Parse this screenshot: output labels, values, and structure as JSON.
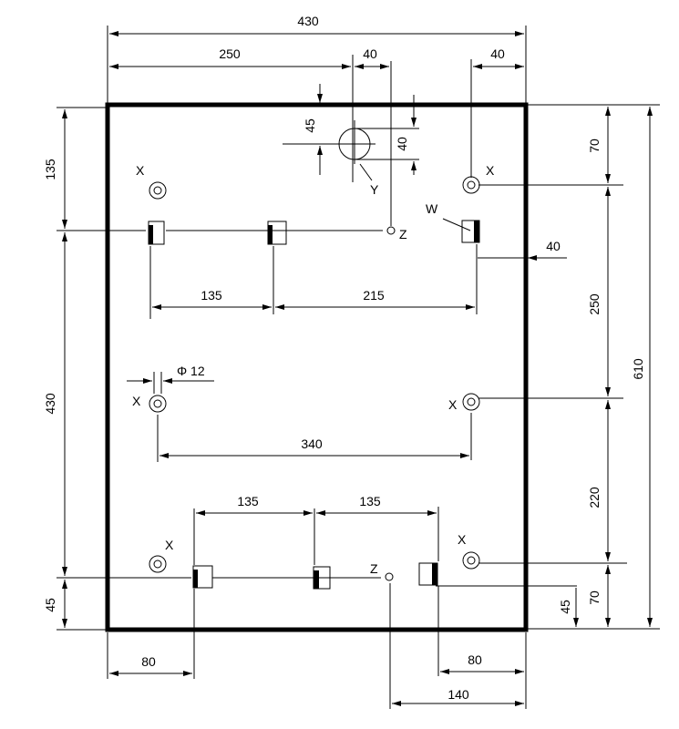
{
  "drawing": {
    "dimensions": {
      "overall_width": "430",
      "offset_250": "250",
      "offset_40_top": "40",
      "offset_40_right_top": "40",
      "offset_45": "45",
      "offset_40_hole": "40",
      "left_135": "135",
      "left_430": "430",
      "left_45": "45",
      "right_70_top": "70",
      "right_250": "250",
      "right_220": "220",
      "right_70_bottom": "70",
      "right_610": "610",
      "right_45": "45",
      "right_40_side": "40",
      "mid_135": "135",
      "mid_215": "215",
      "phi_12": "Φ 12",
      "span_340": "340",
      "bottom_135_a": "135",
      "bottom_135_b": "135",
      "bottom_80_left": "80",
      "bottom_80_right": "80",
      "bottom_140": "140"
    },
    "labels": {
      "x": "X",
      "y": "Y",
      "z": "Z",
      "w": "W"
    }
  }
}
